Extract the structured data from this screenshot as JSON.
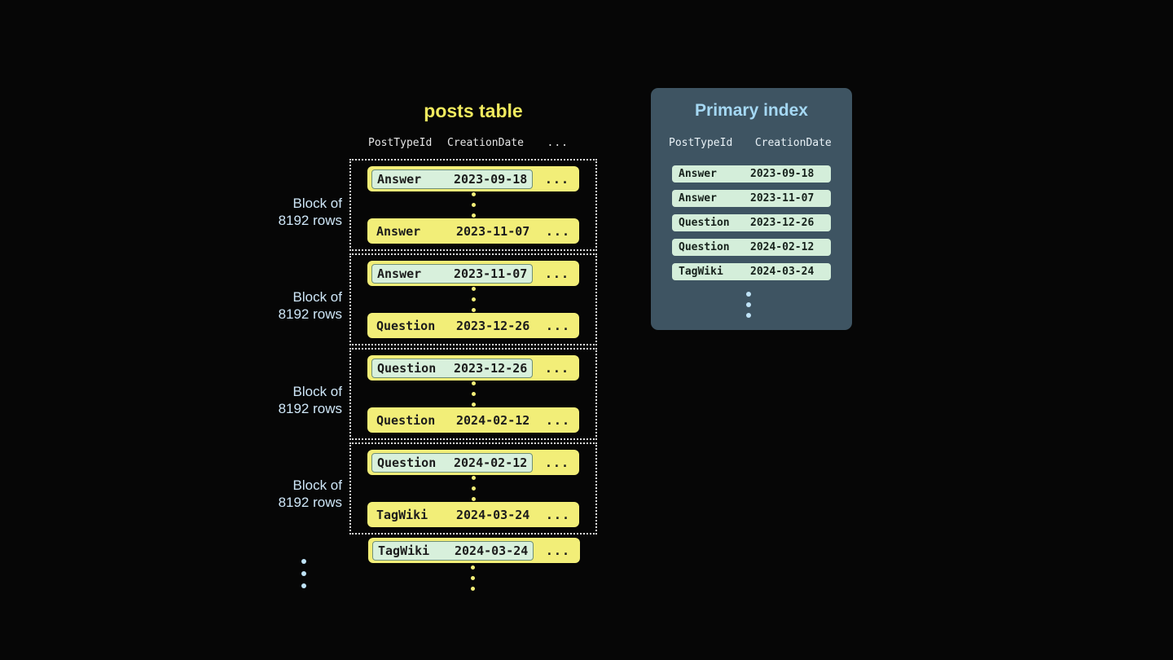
{
  "posts_table": {
    "title": "posts table",
    "columns": [
      "PostTypeId",
      "CreationDate",
      "..."
    ],
    "blocks": [
      {
        "label_line1": "Block of",
        "label_line2": "8192 rows",
        "first_row": {
          "post_type": "Answer",
          "date": "2023-09-18",
          "more": "..."
        },
        "last_row": {
          "post_type": "Answer",
          "date": "2023-11-07",
          "more": "..."
        }
      },
      {
        "label_line1": "Block of",
        "label_line2": "8192 rows",
        "first_row": {
          "post_type": "Answer",
          "date": "2023-11-07",
          "more": "..."
        },
        "last_row": {
          "post_type": "Question",
          "date": "2023-12-26",
          "more": "..."
        }
      },
      {
        "label_line1": "Block of",
        "label_line2": "8192 rows",
        "first_row": {
          "post_type": "Question",
          "date": "2023-12-26",
          "more": "..."
        },
        "last_row": {
          "post_type": "Question",
          "date": "2024-02-12",
          "more": "..."
        }
      },
      {
        "label_line1": "Block of",
        "label_line2": "8192 rows",
        "first_row": {
          "post_type": "Question",
          "date": "2024-02-12",
          "more": "..."
        },
        "last_row": {
          "post_type": "TagWiki",
          "date": "2024-03-24",
          "more": "..."
        }
      }
    ],
    "overflow_row": {
      "post_type": "TagWiki",
      "date": "2024-03-24",
      "more": "..."
    }
  },
  "primary_index": {
    "title": "Primary index",
    "columns": [
      "PostTypeId",
      "CreationDate"
    ],
    "rows": [
      {
        "post_type": "Answer",
        "date": "2023-09-18"
      },
      {
        "post_type": "Answer",
        "date": "2023-11-07"
      },
      {
        "post_type": "Question",
        "date": "2023-12-26"
      },
      {
        "post_type": "Question",
        "date": "2024-02-12"
      },
      {
        "post_type": "TagWiki",
        "date": "2024-03-24"
      }
    ]
  },
  "colors": {
    "background": "#060606",
    "row_yellow": "#f2ee78",
    "title_yellow": "#f0ea5e",
    "badge_mint": "#d8f0dc",
    "label_blue": "#cfe7f8",
    "panel_slate": "#3e5462",
    "panel_title_blue": "#a5d8f3",
    "index_row_mint": "#d4eeda",
    "dots_blue": "#bfe3f7"
  }
}
